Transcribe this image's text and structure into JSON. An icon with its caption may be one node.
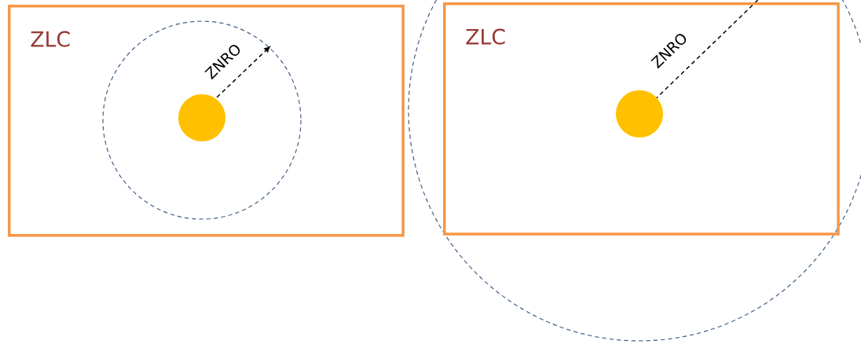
{
  "diagram": {
    "nodes": [
      {
        "text": [
          "ZLC"
        ]
      },
      {
        "text": [],
        "shape": "circle",
        "in": 0
      },
      {
        "text": [
          "ZLC"
        ]
      },
      {
        "text": [],
        "shape": "circle",
        "in": 2
      }
    ],
    "labels": [
      "ZNRO",
      "ZNRO"
    ]
  }
}
